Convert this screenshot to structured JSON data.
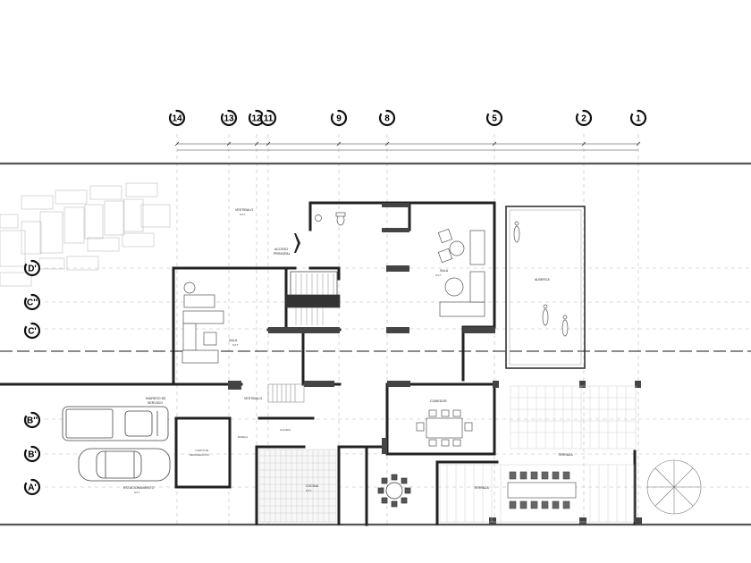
{
  "grid_columns": [
    "14",
    "13",
    "12",
    "11",
    "9",
    "8",
    "5",
    "2",
    "1"
  ],
  "grid_rows": [
    "D'",
    "C''",
    "C'",
    "B''",
    "B'",
    "A'"
  ],
  "rooms": {
    "vestibulo_top": "VESTIBULO",
    "acceso_principal_1": "ACCESO",
    "acceso_principal_2": "PRINCIPAL",
    "sala_main": "SALA",
    "alberca": "ALBERCA",
    "sala_left": "SALA",
    "comedor": "COMEDOR",
    "vestibulo_mid": "VESTIBULO",
    "ingreso_servicio_1": "INGRESO DE",
    "ingreso_servicio_2": "SERVICIO",
    "cuarto_1": "CUARTO DE",
    "cuarto_2": "REFRIGERACIÓN",
    "bodega": "BODEGA",
    "alacena": "ALACENA",
    "cocina": "COCINA",
    "terraza_1": "TERRAZA",
    "terraza_2": "TERRAZA",
    "estacionamiento": "ESTACIONAMIENTO"
  },
  "levels": {
    "npt_a": "N.P.T.",
    "npt_b": "N.P.T.",
    "npt_c": "N.P.T.",
    "npt_d": "N.P.T.",
    "npt_e": "N.P.T."
  }
}
